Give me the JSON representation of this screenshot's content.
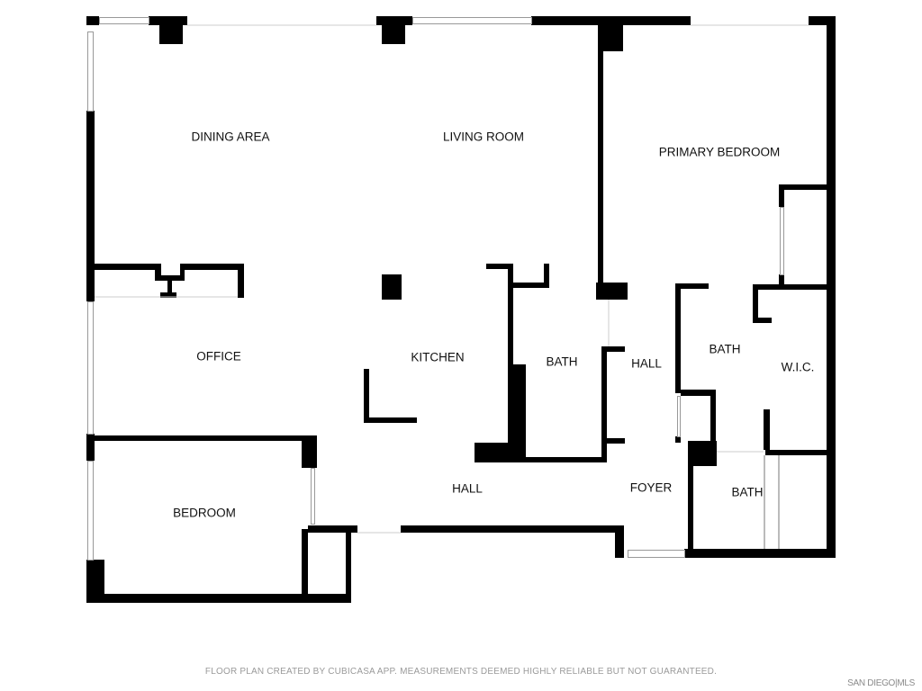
{
  "rooms": {
    "dining": "DINING AREA",
    "living": "LIVING ROOM",
    "primary_bedroom": "PRIMARY BEDROOM",
    "office": "OFFICE",
    "kitchen": "KITCHEN",
    "bath1": "BATH",
    "hall1": "HALL",
    "bath2": "BATH",
    "wic": "W.I.C.",
    "bedroom": "BEDROOM",
    "hall2": "HALL",
    "foyer": "FOYER",
    "bath3": "BATH"
  },
  "footer": "FLOOR PLAN CREATED BY CUBICASA APP. MEASUREMENTS DEEMED HIGHLY RELIABLE BUT NOT GUARANTEED.",
  "watermark": "SAN DIEGO|MLS",
  "colors": {
    "wall": "#000000",
    "window": "#bbbbbb"
  }
}
